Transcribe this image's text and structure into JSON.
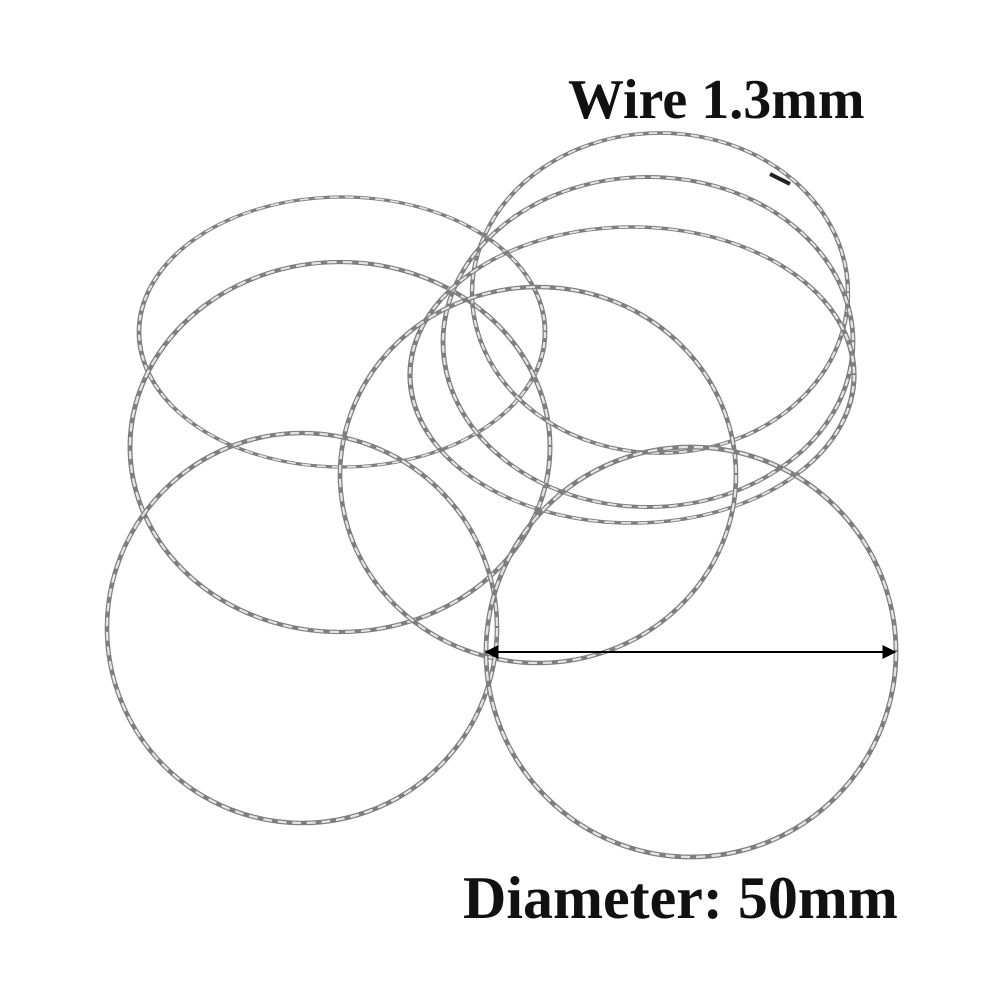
{
  "labels": {
    "wire": "Wire 1.3mm",
    "diameter": "Diameter: 50mm"
  },
  "colors": {
    "background": "#ffffff",
    "wire_dark": "#7a7a7a",
    "wire_light": "#e2e2e2",
    "text": "#111111",
    "arrow": "#000000"
  },
  "icons": {
    "dimension_arrow": "double-headed-arrow"
  }
}
